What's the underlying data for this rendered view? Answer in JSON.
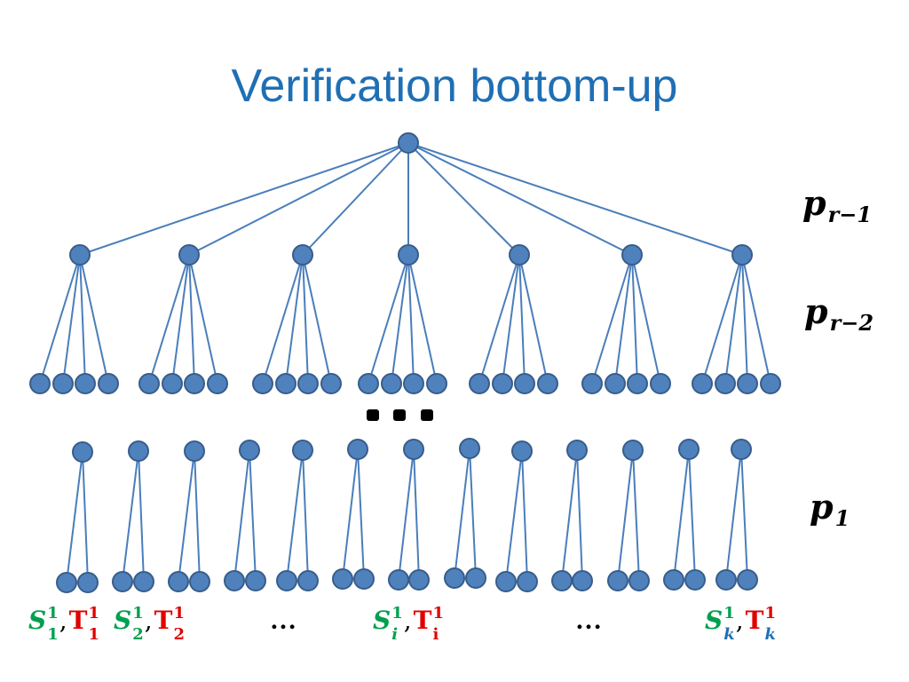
{
  "slide": {
    "title": "Verification bottom-up",
    "title_color": "#1F6FB4"
  },
  "colors": {
    "node_fill": "#4F81BD",
    "node_stroke": "#385D8A",
    "edge": "#4A7EBB",
    "green": "#00A050",
    "red": "#E00000",
    "blue": "#1F6FB4"
  },
  "levels": {
    "top": {
      "base": "p",
      "sub": "r−1"
    },
    "mid": {
      "base": "p",
      "sub": "r−2"
    },
    "bottom": {
      "base": "p",
      "sub": "1"
    }
  },
  "diagram": {
    "middle_branches": 7,
    "leaves_per_middle": 4,
    "bottom_pairs": 13,
    "ellipsis_dots": 3
  },
  "leaf_labels": [
    {
      "s": "S",
      "s_sup": "1",
      "s_sub": "1",
      "t": "T",
      "t_sup": "1",
      "t_sub": "1"
    },
    {
      "s": "S",
      "s_sup": "1",
      "s_sub": "2",
      "t": "T",
      "t_sup": "1",
      "t_sub": "2"
    },
    {
      "s": "S",
      "s_sup": "1",
      "s_sub": "i",
      "t": "T",
      "t_sup": "1",
      "t_sub": "i"
    },
    {
      "s": "S",
      "s_sup": "1",
      "s_sub": "k",
      "t": "T",
      "t_sup": "1",
      "t_sub": "k"
    }
  ],
  "separator": ",",
  "ellipsis_text": "…"
}
